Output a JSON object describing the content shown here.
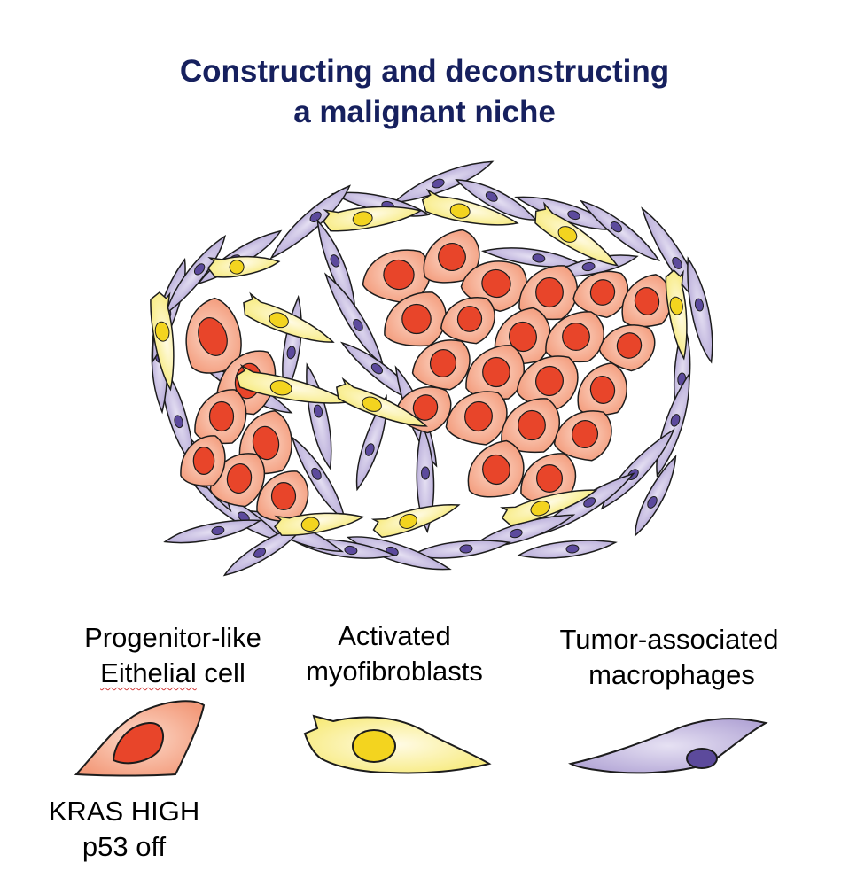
{
  "title": {
    "line1": "Constructing and deconstructing",
    "line2": "a malignant niche"
  },
  "legend": {
    "epithelial": {
      "line1": "Progenitor-like",
      "line2_word": "Eithelial",
      "line2_rest": " cell",
      "note_line1": "KRAS HIGH",
      "note_line2": "p53 off"
    },
    "myofibroblast": {
      "line1": "Activated",
      "line2": "myofibroblasts"
    },
    "macrophage": {
      "line1": "Tumor-associated",
      "line2": "macrophages"
    }
  },
  "colors": {
    "title": "#16205e",
    "epithelial_fill_light": "#fcd9c9",
    "epithelial_fill": "#f39a7a",
    "epithelial_nucleus": "#e8452a",
    "myofibroblast_fill_light": "#fffbe6",
    "myofibroblast_fill": "#f7ea7a",
    "myofibroblast_nucleus": "#f3d41f",
    "macrophage_fill_light": "#e6e1f3",
    "macrophage_fill": "#b3a6d6",
    "macrophage_nucleus": "#5c4a9c",
    "outline": "#1c1c1c"
  },
  "icons": [
    "epithelial-cell-icon",
    "myofibroblast-icon",
    "macrophage-icon"
  ]
}
